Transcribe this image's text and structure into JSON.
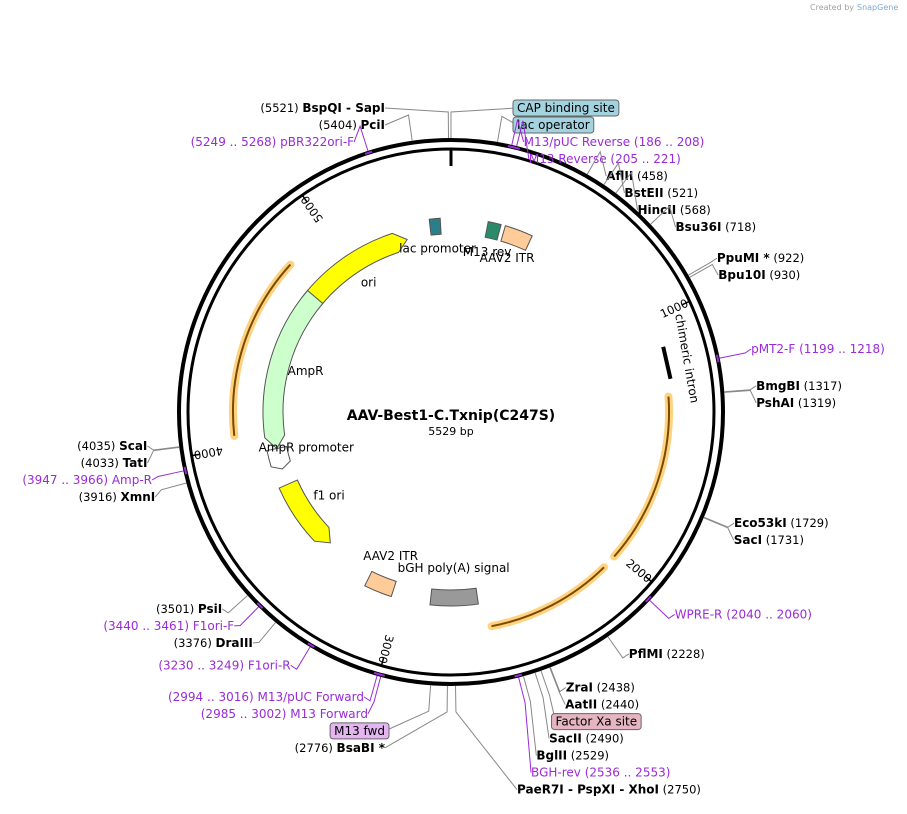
{
  "plasmid": {
    "name": "AAV-Best1-C.Txnip(C247S)",
    "length_label": "5529 bp",
    "total_bp": 5529
  },
  "credit": {
    "prefix": "Created by",
    "brand": "SnapGene"
  },
  "colors": {
    "primer": "#9a2bd6",
    "ori": "#ffff00",
    "ampr": "#ccffcc",
    "itr": "#ffcc99",
    "polya": "#999999",
    "cds_highlight": "#ffd280",
    "cds_line": "#7a4a00",
    "site_box": "#a4d3e0",
    "factor_box": "#e5b5c2",
    "m13fwd_box": "#e5b5f2"
  },
  "ticks": [
    {
      "pos": 1000,
      "label": "1000"
    },
    {
      "pos": 2000,
      "label": "2000"
    },
    {
      "pos": 3000,
      "label": "3000"
    },
    {
      "pos": 4000,
      "label": "4000"
    },
    {
      "pos": 5000,
      "label": "5000"
    }
  ],
  "features": [
    {
      "name": "ori",
      "type": "arrow",
      "start": 4725,
      "end": 5310,
      "color": "#ffff00",
      "label": "ori"
    },
    {
      "name": "ampr",
      "type": "arrow",
      "start": 3965,
      "end": 4765,
      "color": "#ccffcc",
      "label": "AmpR",
      "reverse": true
    },
    {
      "name": "ampr-promoter",
      "type": "arrow",
      "start": 3860,
      "end": 3965,
      "color": "#ffffff",
      "label": "AmpR promoter",
      "reverse": true
    },
    {
      "name": "f1-ori",
      "type": "arrow",
      "start": 3420,
      "end": 3780,
      "color": "#ffff00",
      "label": "f1 ori",
      "reverse": true
    },
    {
      "name": "aav2-itr-left",
      "type": "box",
      "start": 3040,
      "end": 3170,
      "color": "#ffcc99",
      "label": "AAV2 ITR"
    },
    {
      "name": "bgh-polya",
      "type": "box",
      "start": 2640,
      "end": 2860,
      "color": "#999999",
      "label": "bGH poly(A) signal"
    },
    {
      "name": "aav2-itr-right",
      "type": "box",
      "start": 250,
      "end": 380,
      "color": "#ffcc99",
      "label": "AAV2 ITR"
    },
    {
      "name": "lac-promoter",
      "type": "box",
      "start": 5430,
      "end": 5480,
      "color": "#2a7f8a",
      "label": "lac promoter"
    },
    {
      "name": "m13-rev",
      "type": "box",
      "start": 170,
      "end": 230,
      "color": "#2a8a6a",
      "label": "M13 rev"
    },
    {
      "name": "chimeric-intron",
      "type": "bar",
      "start": 1120,
      "end": 1250,
      "label": "chimeric intron"
    }
  ],
  "cds_arcs": [
    {
      "start": 1320,
      "end": 2020
    },
    {
      "start": 2080,
      "end": 2600
    },
    {
      "start": 4050,
      "end": 4800
    }
  ],
  "labels": [
    {
      "id": "bspqi",
      "pos": 5521,
      "side": "left",
      "num": "(5521)",
      "name": "BspQI",
      "extra": "-  SapI",
      "kind": "enzyme"
    },
    {
      "id": "pcii",
      "pos": 5404,
      "side": "left",
      "num": "(5404)",
      "name": "PciI",
      "kind": "enzyme"
    },
    {
      "id": "pbr322ori-f",
      "pos": 5258,
      "side": "left",
      "num": "(5249 .. 5268)",
      "name": "pBR322ori-F",
      "kind": "primer"
    },
    {
      "id": "cap-binding-site",
      "pos": 5529,
      "side": "right",
      "name": "CAP binding site",
      "kind": "box",
      "box": "site"
    },
    {
      "id": "m13-puc-reverse",
      "pos": 197,
      "side": "right",
      "num": "(186 .. 208)",
      "name": "M13/pUC Reverse",
      "kind": "primer"
    },
    {
      "id": "lac-operator",
      "pos": 150,
      "side": "right",
      "name": "lac operator",
      "kind": "box",
      "box": "site"
    },
    {
      "id": "m13-reverse",
      "pos": 213,
      "side": "right",
      "num": "(205 .. 221)",
      "name": "M13 Reverse",
      "kind": "primer"
    },
    {
      "id": "aflii",
      "pos": 458,
      "side": "right",
      "num": "(458)",
      "name": "AflII",
      "kind": "enzyme"
    },
    {
      "id": "bsteii",
      "pos": 521,
      "side": "right",
      "num": "(521)",
      "name": "BstEII",
      "kind": "enzyme"
    },
    {
      "id": "hincii",
      "pos": 568,
      "side": "right",
      "num": "(568)",
      "name": "HincII",
      "kind": "enzyme"
    },
    {
      "id": "bsu36i",
      "pos": 718,
      "side": "right",
      "num": "(718)",
      "name": "Bsu36I",
      "kind": "enzyme"
    },
    {
      "id": "ppumi",
      "pos": 922,
      "side": "right",
      "num": "(922)",
      "name": "PpuMI *",
      "kind": "enzyme"
    },
    {
      "id": "bpu10i",
      "pos": 930,
      "side": "right",
      "num": "(930)",
      "name": "Bpu10I",
      "kind": "enzyme"
    },
    {
      "id": "pmt2-f",
      "pos": 1208,
      "side": "right",
      "num": "(1199 .. 1218)",
      "name": "pMT2-F",
      "kind": "primer"
    },
    {
      "id": "bmgbi",
      "pos": 1317,
      "side": "right",
      "num": "(1317)",
      "name": "BmgBI",
      "kind": "enzyme"
    },
    {
      "id": "pshai",
      "pos": 1319,
      "side": "right",
      "num": "(1319)",
      "name": "PshAI",
      "kind": "enzyme"
    },
    {
      "id": "eco53ki",
      "pos": 1729,
      "side": "right",
      "num": "(1729)",
      "name": "Eco53kI",
      "kind": "enzyme"
    },
    {
      "id": "saci",
      "pos": 1731,
      "side": "right",
      "num": "(1731)",
      "name": "SacI",
      "kind": "enzyme"
    },
    {
      "id": "wpre-r",
      "pos": 2050,
      "side": "right",
      "num": "(2040 .. 2060)",
      "name": "WPRE-R",
      "kind": "primer"
    },
    {
      "id": "pflmi",
      "pos": 2228,
      "side": "right",
      "num": "(2228)",
      "name": "PflMI",
      "kind": "enzyme"
    },
    {
      "id": "zrai",
      "pos": 2438,
      "side": "right",
      "num": "(2438)",
      "name": "ZraI",
      "kind": "enzyme"
    },
    {
      "id": "aatii",
      "pos": 2440,
      "side": "right",
      "num": "(2440)",
      "name": "AatII",
      "kind": "enzyme"
    },
    {
      "id": "factor-xa-site",
      "pos": 2470,
      "side": "right",
      "name": "Factor Xa site",
      "kind": "box",
      "box": "factor"
    },
    {
      "id": "sacii",
      "pos": 2490,
      "side": "right",
      "num": "(2490)",
      "name": "SacII",
      "kind": "enzyme"
    },
    {
      "id": "bglii",
      "pos": 2529,
      "side": "right",
      "num": "(2529)",
      "name": "BglII",
      "kind": "enzyme"
    },
    {
      "id": "bgh-rev",
      "pos": 2545,
      "side": "right",
      "num": "(2536 .. 2553)",
      "name": "BGH-rev",
      "kind": "primer"
    },
    {
      "id": "paer7i",
      "pos": 2750,
      "side": "right",
      "num": "(2750)",
      "name": "PaeR7I",
      "extra": "-  PspXI  -  XhoI",
      "kind": "enzyme",
      "numAfter": true
    },
    {
      "id": "bsabi",
      "pos": 2776,
      "side": "left",
      "num": "(2776)",
      "name": "BsaBI *",
      "kind": "enzyme"
    },
    {
      "id": "m13-fwd",
      "pos": 2830,
      "side": "left",
      "name": "M13 fwd",
      "kind": "box",
      "box": "m13fwd"
    },
    {
      "id": "m13-forward",
      "pos": 2993,
      "side": "left",
      "num": "(2985 .. 3002)",
      "name": "M13 Forward",
      "kind": "primer"
    },
    {
      "id": "m13-puc-forward",
      "pos": 3005,
      "side": "left",
      "num": "(2994 .. 3016)",
      "name": "M13/pUC Forward",
      "kind": "primer"
    },
    {
      "id": "f1ori-r",
      "pos": 3240,
      "side": "left",
      "num": "(3230 .. 3249)",
      "name": "F1ori-R",
      "kind": "primer"
    },
    {
      "id": "draiii",
      "pos": 3376,
      "side": "left",
      "num": "(3376)",
      "name": "DraIII",
      "kind": "enzyme"
    },
    {
      "id": "f1ori-f",
      "pos": 3450,
      "side": "left",
      "num": "(3440 .. 3461)",
      "name": "F1ori-F",
      "kind": "primer"
    },
    {
      "id": "psii",
      "pos": 3501,
      "side": "left",
      "num": "(3501)",
      "name": "PsiI",
      "kind": "enzyme"
    },
    {
      "id": "xmni",
      "pos": 3916,
      "side": "left",
      "num": "(3916)",
      "name": "XmnI",
      "kind": "enzyme"
    },
    {
      "id": "amp-r",
      "pos": 3956,
      "side": "left",
      "num": "(3947 .. 3966)",
      "name": "Amp-R",
      "kind": "primer"
    },
    {
      "id": "tati",
      "pos": 4033,
      "side": "left",
      "num": "(4033)",
      "name": "TatI",
      "kind": "enzyme"
    },
    {
      "id": "scai",
      "pos": 4035,
      "side": "left",
      "num": "(4035)",
      "name": "ScaI",
      "kind": "enzyme"
    }
  ]
}
